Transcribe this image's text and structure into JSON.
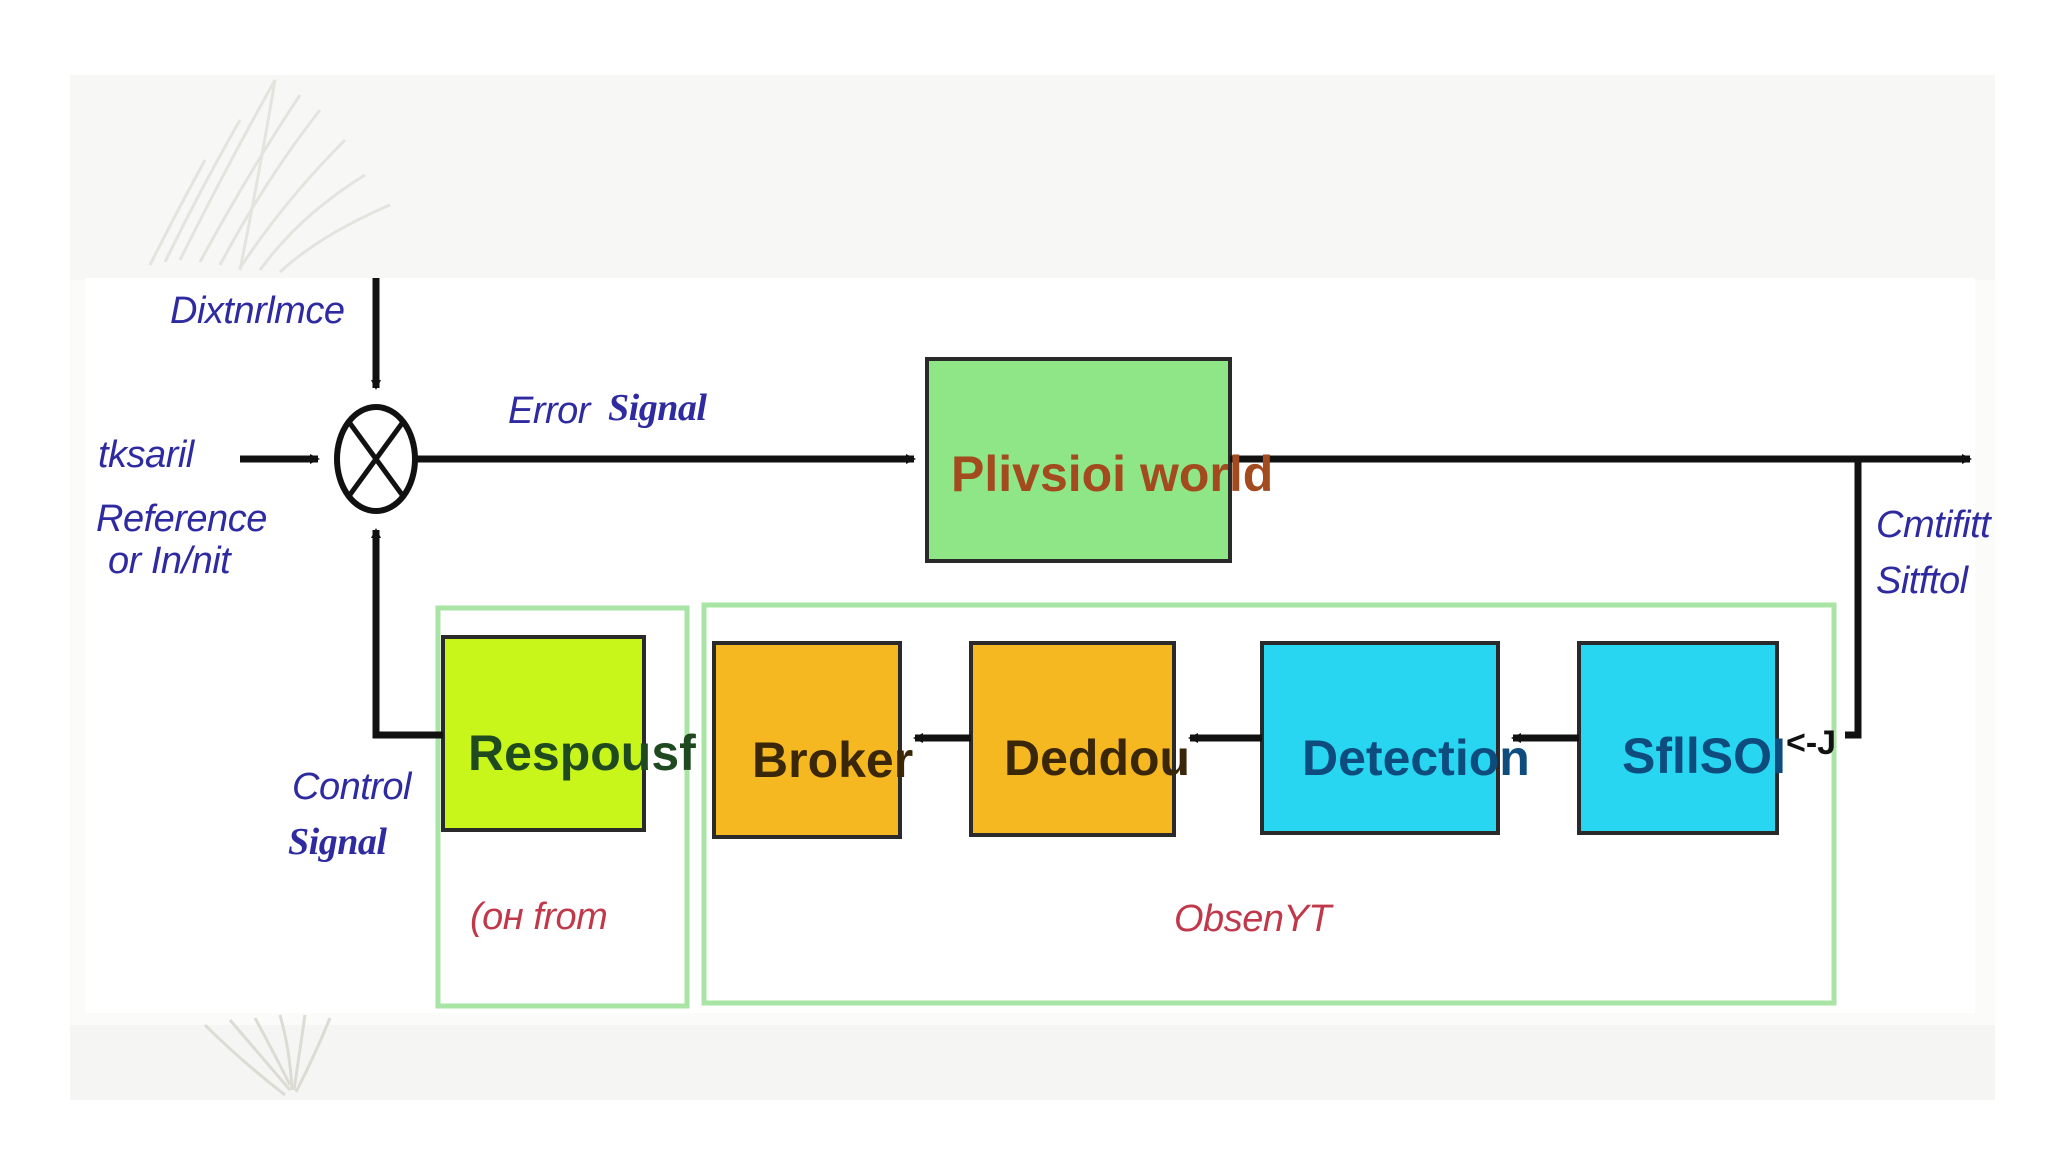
{
  "diagram": {
    "inputs": {
      "disturbance": "Dixtnrlmce",
      "input_signal": "tksaril",
      "reference_line1": "Reference",
      "reference_line2": "or In/nit"
    },
    "error_signal": {
      "part1": "Error",
      "part2": "Signal"
    },
    "plant_block": "Plivsioi world",
    "output_label": {
      "line1": "Cmtifitt",
      "line2": "Sitftol"
    },
    "control_signal": {
      "line1": "Control",
      "line2": "Signal"
    },
    "feedback_blocks": {
      "response": "Respousf",
      "broker": "Broker",
      "decision": "Deddou",
      "detection": "Detection",
      "sensor": "SfllSOI",
      "sensor_suffix": "<-J"
    },
    "groups": {
      "controller": "(он from",
      "observer": "ObsenYT"
    },
    "colors": {
      "plant_fill": "#8ee686",
      "plant_text": "#a34a1f",
      "response_fill": "#c8f51a",
      "broker_fill": "#f5b821",
      "detection_fill": "#28d6f2",
      "group_border": "#a8e4a4",
      "label_color": "#2e2aa0",
      "group_label_color": "#c0394b"
    }
  }
}
